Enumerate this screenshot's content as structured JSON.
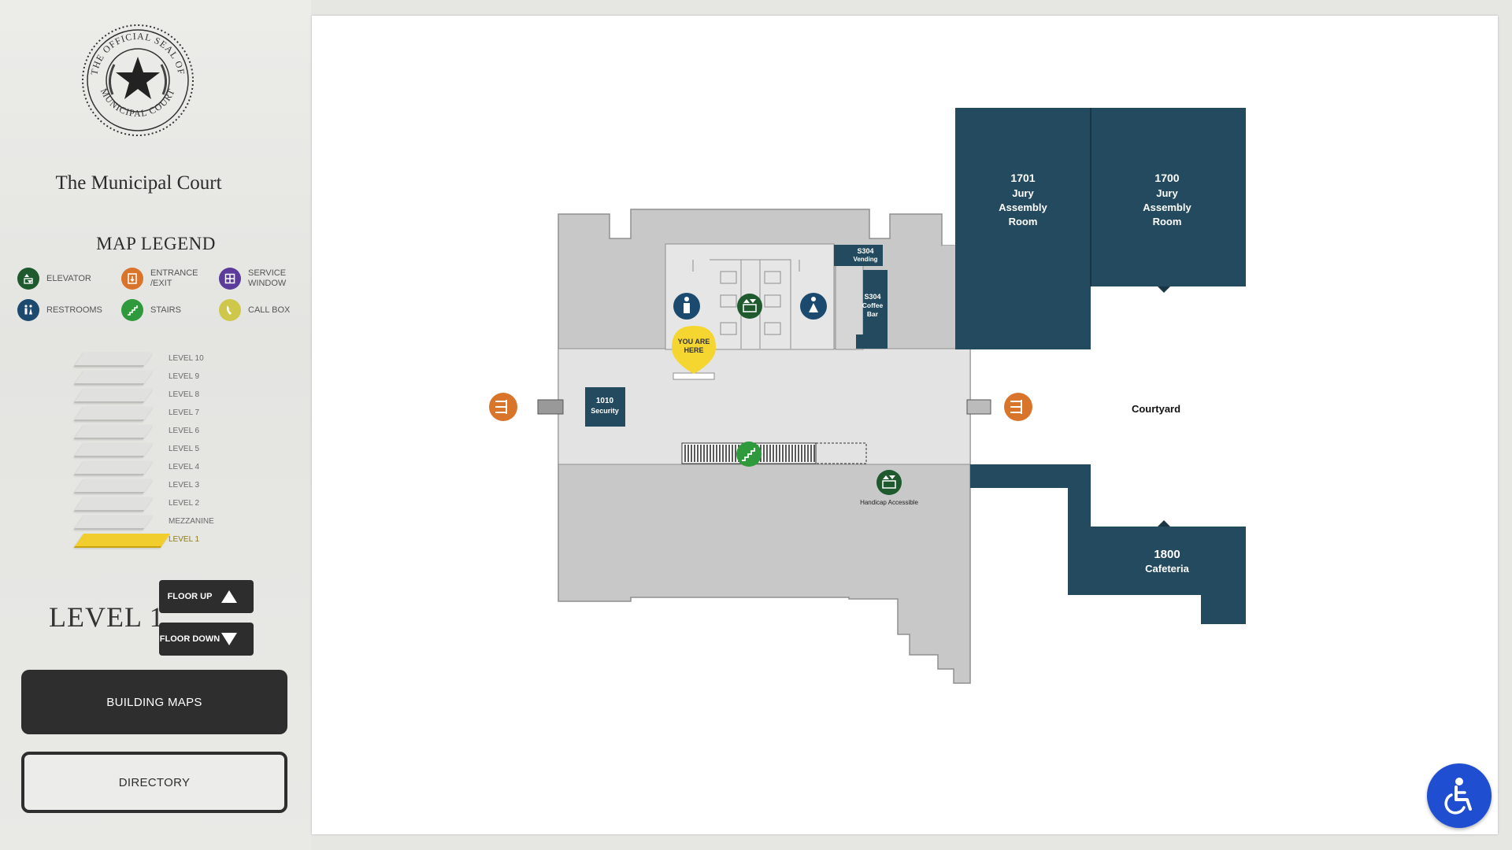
{
  "app": {
    "title": "The Municipal Court",
    "seal_text": "THE OFFICIAL SEAL OF MUNICIPAL COURT"
  },
  "legend": {
    "title": "MAP LEGEND",
    "items": [
      {
        "label": "ELEVATOR",
        "icon": "elevator-icon",
        "color": "#1f5a2e"
      },
      {
        "label": "ENTRANCE /EXIT",
        "icon": "entrance-exit-icon",
        "color": "#d9742b"
      },
      {
        "label": "SERVICE WINDOW",
        "icon": "service-window-icon",
        "color": "#5b3c9a"
      },
      {
        "label": "RESTROOMS",
        "icon": "restroom-icon",
        "color": "#1c4a6e"
      },
      {
        "label": "STAIRS",
        "icon": "stairs-icon",
        "color": "#2e9a3c"
      },
      {
        "label": "CALL BOX",
        "icon": "phone-icon",
        "color": "#cfc74a"
      }
    ]
  },
  "levels": {
    "items": [
      "LEVEL 10",
      "LEVEL 9",
      "LEVEL 8",
      "LEVEL 7",
      "LEVEL 6",
      "LEVEL 5",
      "LEVEL 4",
      "LEVEL 3",
      "LEVEL 2",
      "MEZZANINE",
      "LEVEL 1"
    ],
    "current": "LEVEL 1",
    "active_color": "#f2cd2e"
  },
  "floor_controls": {
    "up_label": "FLOOR UP",
    "down_label": "FLOOR DOWN"
  },
  "nav": {
    "building_maps_label": "BUILDING MAPS",
    "directory_label": "DIRECTORY"
  },
  "map": {
    "room_color": "#234a5e",
    "rooms": {
      "r1701": {
        "number": "1701",
        "name": "Jury Assembly Room"
      },
      "r1700": {
        "number": "1700",
        "name": "Jury Assembly Room"
      },
      "r1800": {
        "number": "1800",
        "name": "Cafeteria"
      },
      "r1010": {
        "number": "1010",
        "name": "Security"
      },
      "vending": {
        "number": "S304",
        "name": "Vending"
      },
      "coffee": {
        "number": "S304",
        "name": "Coffee Bar"
      }
    },
    "courtyard_label": "Courtyard",
    "you_are_here": "YOU ARE HERE",
    "handicap_label": "Handicap Accessible"
  }
}
